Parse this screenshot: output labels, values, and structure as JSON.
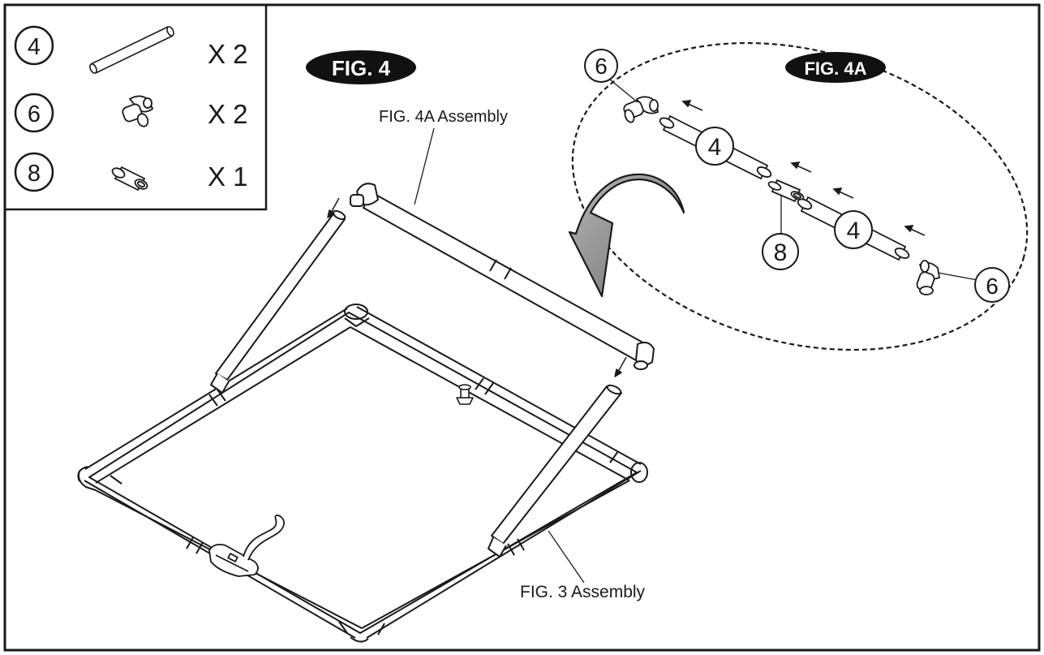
{
  "parts": [
    {
      "number": "4",
      "qty": "X 2",
      "icon": "tube-icon"
    },
    {
      "number": "6",
      "qty": "X 2",
      "icon": "elbow-connector-icon"
    },
    {
      "number": "8",
      "qty": "X 1",
      "icon": "straight-coupler-icon"
    }
  ],
  "figures": {
    "main": "FIG. 4",
    "detail": "FIG. 4A"
  },
  "callouts": {
    "fig4a_assembly": "FIG. 4A Assembly",
    "fig3_assembly": "FIG. 3 Assembly"
  },
  "detail_labels": [
    "6",
    "4",
    "8",
    "4",
    "6"
  ],
  "colors": {
    "line": "#1a1a1a",
    "pill": "#111111",
    "pipe_fill": "#ffffff",
    "arrow_fill": "#8c8c8c"
  }
}
